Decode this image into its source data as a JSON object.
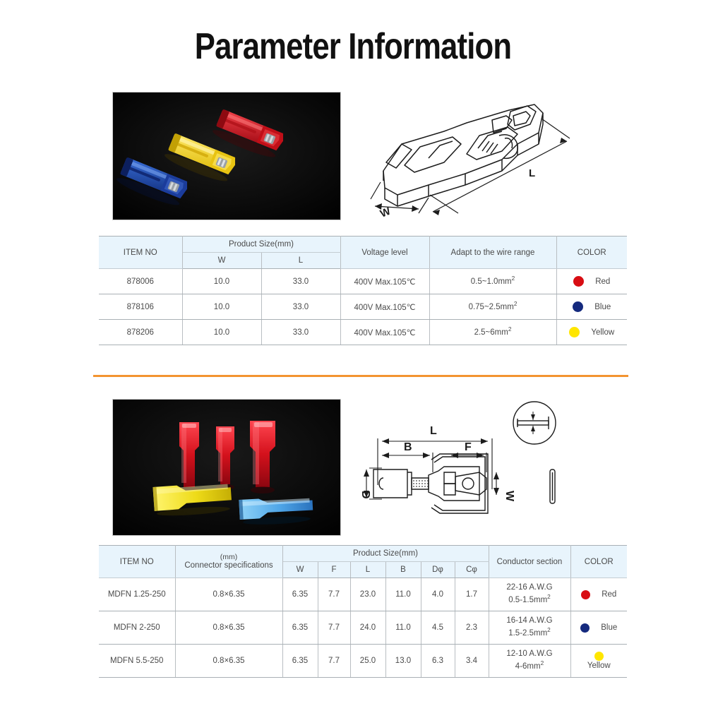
{
  "page": {
    "title": "Parameter Information",
    "accent_color": "#f39430",
    "header_bg": "#e8f4fc"
  },
  "section1": {
    "photo": {
      "name": "t-tap-quick-splice-connectors-photo",
      "alt": "Red, yellow and blue T-tap quick splice wire connectors on black background"
    },
    "drawing": {
      "name": "t-tap-isometric-drawing",
      "labels": {
        "length": "L",
        "width": "W"
      }
    },
    "table": {
      "headers": {
        "item_no": "ITEM NO",
        "product_size": "Product Size(mm)",
        "w": "W",
        "l": "L",
        "voltage": "Voltage level",
        "wire_range": "Adapt to the wire range",
        "color": "COLOR"
      },
      "rows": [
        {
          "item_no": "878006",
          "w": "10.0",
          "l": "33.0",
          "voltage": "400V Max.105℃",
          "wire_range": "0.5~1.0mm",
          "wire_range_sup": "2",
          "color_name": "Red",
          "color_hex": "#d80d13"
        },
        {
          "item_no": "878106",
          "w": "10.0",
          "l": "33.0",
          "voltage": "400V Max.105℃",
          "wire_range": "0.75~2.5mm",
          "wire_range_sup": "2",
          "color_name": "Blue",
          "color_hex": "#152a7e"
        },
        {
          "item_no": "878206",
          "w": "10.0",
          "l": "33.0",
          "voltage": "400V Max.105℃",
          "wire_range": "2.5~6mm",
          "wire_range_sup": "2",
          "color_name": "Yellow",
          "color_hex": "#ffe600"
        }
      ]
    }
  },
  "section2": {
    "photo": {
      "name": "nylon-fully-insulated-spade-terminals-photo",
      "alt": "Red, yellow and blue fully insulated male/female spade terminals on black background"
    },
    "drawing": {
      "name": "spade-terminal-dimension-drawing",
      "labels": {
        "length": "L",
        "b": "B",
        "f": "F",
        "w": "W",
        "d": "D"
      }
    },
    "table": {
      "headers": {
        "item_no": "ITEM NO",
        "connector_mm": "(mm)",
        "connector_specs": "Connector specifications",
        "product_size": "Product Size(mm)",
        "w": "W",
        "f": "F",
        "l": "L",
        "b": "B",
        "d_phi": "Dφ",
        "c_phi": "Cφ",
        "conductor": "Conductor section",
        "color": "COLOR"
      },
      "rows": [
        {
          "item_no": "MDFN 1.25-250",
          "connector_spec": "0.8×6.35",
          "w": "6.35",
          "f": "7.7",
          "l": "23.0",
          "b": "11.0",
          "d_phi": "4.0",
          "c_phi": "1.7",
          "conductor_awg": "22-16 A.W.G",
          "conductor_mm": "0.5-1.5mm",
          "conductor_sup": "2",
          "color_name": "Red",
          "color_hex": "#d80d13",
          "color_layout": "inline"
        },
        {
          "item_no": "MDFN 2-250",
          "connector_spec": "0.8×6.35",
          "w": "6.35",
          "f": "7.7",
          "l": "24.0",
          "b": "11.0",
          "d_phi": "4.5",
          "c_phi": "2.3",
          "conductor_awg": "16-14 A.W.G",
          "conductor_mm": "1.5-2.5mm",
          "conductor_sup": "2",
          "color_name": "Blue",
          "color_hex": "#152a7e",
          "color_layout": "inline"
        },
        {
          "item_no": "MDFN 5.5-250",
          "connector_spec": "0.8×6.35",
          "w": "6.35",
          "f": "7.7",
          "l": "25.0",
          "b": "13.0",
          "d_phi": "6.3",
          "c_phi": "3.4",
          "conductor_awg": "12-10 A.W.G",
          "conductor_mm": "4-6mm",
          "conductor_sup": "2",
          "color_name": "Yellow",
          "color_hex": "#ffe600",
          "color_layout": "stacked"
        }
      ]
    }
  }
}
